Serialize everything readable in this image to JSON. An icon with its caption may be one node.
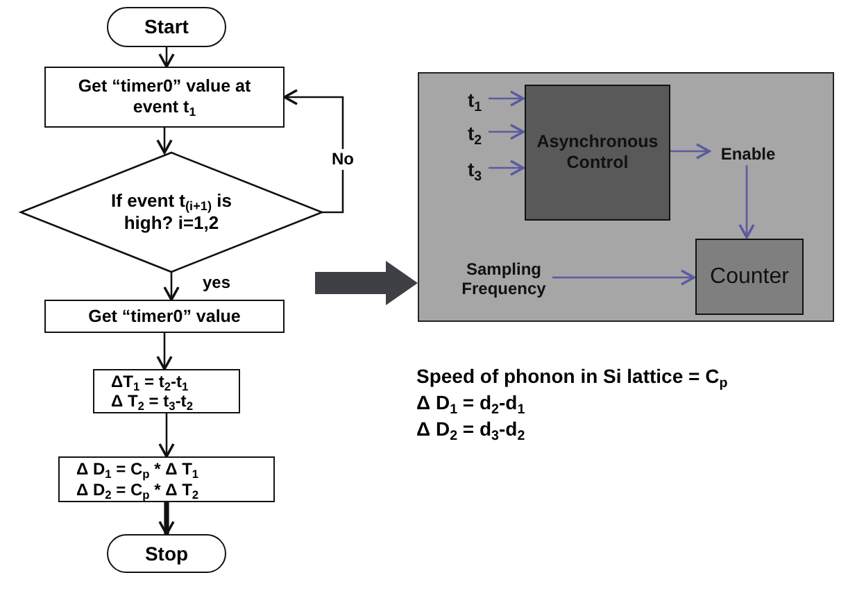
{
  "diagram": {
    "nodes": [
      {
        "text": [
          "Start"
        ]
      },
      {
        "text": [
          "Get “timer0” value at event t$_{1}$"
        ]
      },
      {
        "text": [
          "If event t$_{(i+1)}$ is high? i=1,2"
        ]
      },
      {
        "text": [
          "Get “timer0” value"
        ]
      },
      {
        "text": [
          "ΔT$_{1}$ = t$_{2}$-t$_{1}$",
          "Δ T$_{2}$ = t$_{3}$-t$_{2}$"
        ]
      },
      {
        "text": [
          "Δ D$_{1}$ = C$_{p}$ * Δ T$_{1}$",
          "Δ D$_{2}$ = C$_{p}$ * Δ T$_{2}$"
        ]
      },
      {
        "text": [
          "Stop"
        ]
      },
      {
        "text": [],
        "shape": "box"
      },
      {
        "text": [
          "t$_{1}$"
        ],
        "in": 7
      },
      {
        "text": [
          "t$_{2}$"
        ],
        "in": 7
      },
      {
        "text": [
          "t$_{3}$"
        ],
        "in": 7
      },
      {
        "text": [
          "Asynchronous Control"
        ],
        "in": 7
      },
      {
        "text": [
          "Enable"
        ],
        "in": 7
      },
      {
        "text": [
          "Sampling Frequency"
        ],
        "in": 7
      },
      {
        "text": [
          "Counter"
        ],
        "in": 7
      }
    ],
    "edges": [
      {
        "from": 0,
        "to": 1,
        "arrow": "to"
      },
      {
        "from": 1,
        "to": 2,
        "arrow": "to"
      },
      {
        "from": 2,
        "to": 1,
        "arrow": "to",
        "label": "No"
      },
      {
        "from": 2,
        "to": 3,
        "arrow": "to",
        "label": "yes"
      },
      {
        "from": 3,
        "to": 4,
        "arrow": "to"
      },
      {
        "from": 4,
        "to": 5,
        "arrow": "to"
      },
      {
        "from": 5,
        "to": 6,
        "arrow": "to",
        "style": "thick"
      },
      {
        "from": null,
        "to": 7,
        "arrow": "to",
        "style": "thick",
        "color": "#3f3f46"
      },
      {
        "from": 8,
        "to": 11,
        "arrow": "to",
        "color": "#5b5aa0"
      },
      {
        "from": 9,
        "to": 11,
        "arrow": "to",
        "color": "#5b5aa0"
      },
      {
        "from": 10,
        "to": 11,
        "arrow": "to",
        "color": "#5b5aa0"
      },
      {
        "from": 11,
        "to": 12,
        "arrow": "to",
        "color": "#5b5aa0"
      },
      {
        "from": 12,
        "to": 14,
        "arrow": "to",
        "color": "#5b5aa0"
      },
      {
        "from": 13,
        "to": 14,
        "arrow": "to",
        "color": "#5b5aa0"
      }
    ],
    "labels": [
      "Speed of phonon in Si lattice = C$_{p}$",
      "Δ D$_{1}$ = d$_{2}$-d$_{1}$",
      "Δ D$_{2}$ = d$_{3}$-d$_{2}$"
    ]
  }
}
